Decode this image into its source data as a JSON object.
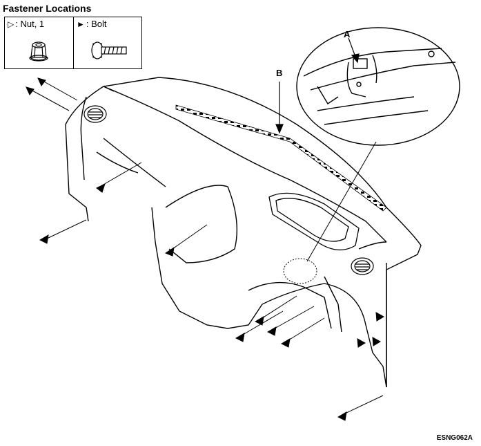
{
  "title": "Fastener Locations",
  "legend": {
    "nut": {
      "symbol": "▷",
      "label": ": Nut, 1",
      "icon": "nut-icon"
    },
    "bolt": {
      "symbol": "►",
      "label": ": Bolt",
      "icon": "bolt-icon"
    }
  },
  "callouts": {
    "a": "A",
    "b": "B"
  },
  "figure_code": "ESNG062A"
}
